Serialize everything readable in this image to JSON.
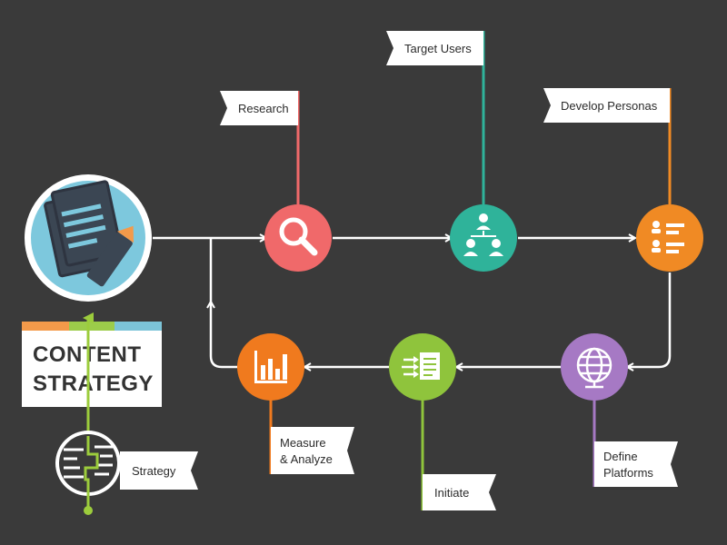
{
  "title": {
    "line1": "CONTENT",
    "line2": "STRATEGY"
  },
  "steps": {
    "research": {
      "label": "Research",
      "icon": "magnifier-icon",
      "color": "#f0696a"
    },
    "target_users": {
      "label": "Target Users",
      "icon": "users-hierarchy-icon",
      "color": "#2fb39a"
    },
    "develop_personas": {
      "label": "Develop Personas",
      "icon": "persona-list-icon",
      "color": "#f08a24"
    },
    "define_platforms": {
      "label_line1": "Define",
      "label_line2": "Platforms",
      "icon": "globe-icon",
      "color": "#a679c4"
    },
    "initiate": {
      "label": "Initiate",
      "icon": "document-arrows-icon",
      "color": "#8fc43c"
    },
    "measure_analyze": {
      "label_line1": "Measure",
      "label_line2": "& Analyze",
      "icon": "bar-chart-icon",
      "color": "#f07a1e"
    },
    "strategy": {
      "label": "Strategy",
      "icon": "maze-brain-icon",
      "color": "#8fc43c"
    }
  },
  "main_icon": {
    "icon": "documents-pencil-icon",
    "color": "#7dc8dd"
  },
  "title_stripe_colors": [
    "#f39a4a",
    "#9ccc4a",
    "#7cc4d8"
  ]
}
